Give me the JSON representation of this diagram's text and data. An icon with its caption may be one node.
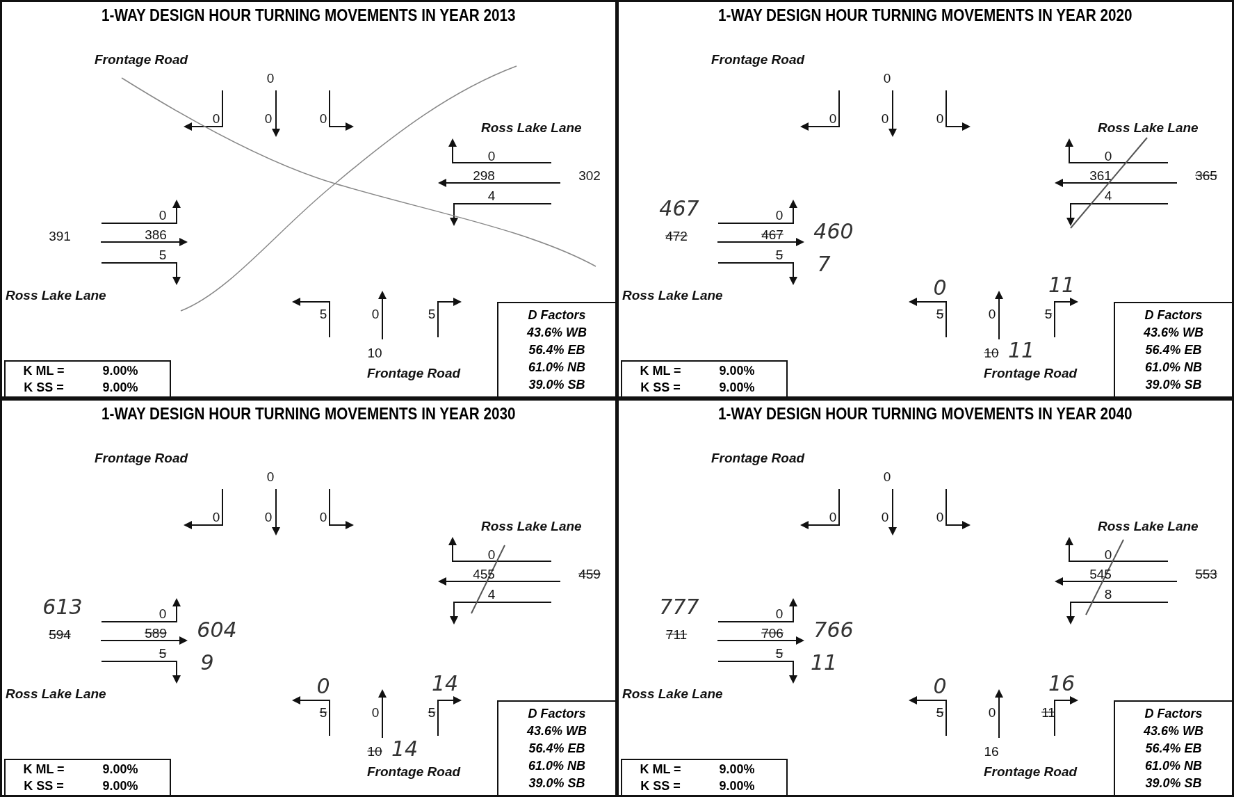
{
  "diagram": {
    "nodes": [
      {
        "text": [
          "1-WAY DESIGN HOUR TURNING MOVEMENTS IN YEAR 2013"
        ]
      },
      {
        "text": [
          "K ML =",
          "9.00%",
          "K SS =",
          "9.00%"
        ],
        "in": 0
      },
      {
        "text": [
          "D Factors",
          "43.6% WB",
          "56.4% EB",
          "61.0% NB",
          "39.0% SB"
        ],
        "in": 0
      },
      {
        "text": [
          "1-WAY DESIGN HOUR TURNING MOVEMENTS IN YEAR 2020"
        ]
      },
      {
        "text": [
          "K ML =",
          "9.00%",
          "K SS =",
          "9.00%"
        ],
        "in": 3
      },
      {
        "text": [
          "D Factors",
          "43.6% WB",
          "56.4% EB",
          "61.0% NB",
          "39.0% SB"
        ],
        "in": 3
      },
      {
        "text": [
          "1-WAY DESIGN HOUR TURNING MOVEMENTS IN YEAR 2030"
        ]
      },
      {
        "text": [
          "K ML =",
          "9.00%",
          "K SS =",
          "9.00%"
        ],
        "in": 6
      },
      {
        "text": [
          "D Factors",
          "43.6% WB",
          "56.4% EB",
          "61.0% NB",
          "39.0% SB"
        ],
        "in": 6
      },
      {
        "text": [
          "1-WAY DESIGN HOUR TURNING MOVEMENTS IN YEAR 2040"
        ]
      },
      {
        "text": [
          "K ML =",
          "9.00%",
          "K SS =",
          "9.00%"
        ],
        "in": 9
      },
      {
        "text": [
          "D Factors",
          "43.6% WB",
          "56.4% EB",
          "61.0% NB",
          "39.0% SB"
        ],
        "in": 9
      }
    ],
    "edges": [],
    "labels": [
      "Frontage Road",
      "0",
      "0",
      "0",
      "0",
      "Ross Lake Lane",
      "0",
      "298",
      "302",
      "4",
      "0",
      "391",
      "386",
      "5",
      "Ross Lake Lane",
      "5",
      "0",
      "5",
      "10",
      "Frontage Road",
      "Frontage Road",
      "0",
      "0",
      "0",
      "0",
      "Ross Lake Lane",
      "0",
      "361",
      "365",
      "4",
      "467",
      "0",
      "472",
      "467",
      "460",
      "5",
      "7",
      "Ross Lake Lane",
      "0",
      "11",
      "5",
      "0",
      "5",
      "10",
      "11",
      "Frontage Road",
      "Frontage Road",
      "0",
      "0",
      "0",
      "0",
      "Ross Lake Lane",
      "0",
      "455",
      "459",
      "4",
      "613",
      "0",
      "594",
      "589",
      "604",
      "5",
      "9",
      "Ross Lake Lane",
      "0",
      "14",
      "5",
      "0",
      "5",
      "10",
      "14",
      "Frontage Road",
      "Frontage Road",
      "0",
      "0",
      "0",
      "0",
      "Ross Lake Lane",
      "0",
      "545",
      "553",
      "8",
      "777",
      "0",
      "711",
      "706",
      "766",
      "5",
      "11",
      "Ross Lake Lane",
      "0",
      "16",
      "5",
      "0",
      "11",
      "16",
      "Frontage Road"
    ]
  }
}
